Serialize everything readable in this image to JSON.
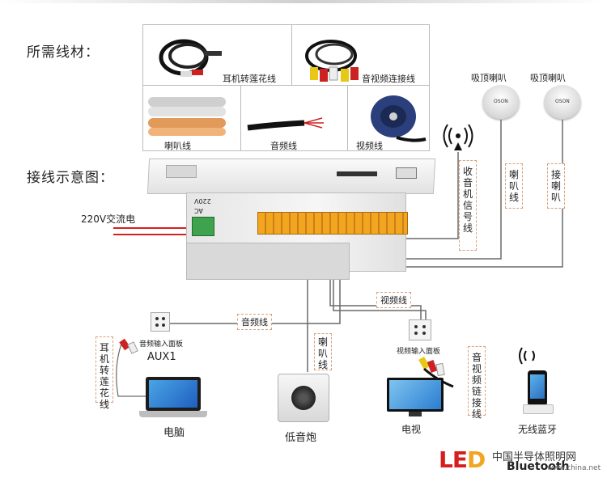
{
  "headings": {
    "materials": "所需线材：",
    "wiring": "接线示意图："
  },
  "materials": {
    "earphone_rca": "耳机转莲花线",
    "av_cable": "音视频连接线",
    "speaker_cable": "喇叭线",
    "audio_cable": "音频线",
    "video_cable": "视频线"
  },
  "speakers": {
    "left": "吸顶喇叭",
    "right": "吸顶喇叭",
    "brand_left": "OSON",
    "brand_right": "OSON"
  },
  "labels": {
    "radio_signal": "收音机信号线",
    "speaker_line_1": "喇叭线",
    "speaker_line_2": "接喇叭",
    "power": "220V交流电",
    "audio_line": "音频线",
    "video_line": "视频线",
    "speaker_line_3": "喇叭线",
    "earphone_rca_v": "耳机转莲花线",
    "av_link_v": "音视频链接线",
    "audio_panel": "音频输入面板",
    "aux": "AUX1",
    "video_panel": "视频输入面板",
    "pc": "电脑",
    "subwoofer": "低音炮",
    "tv": "电视",
    "bluetooth": "无线蓝牙",
    "panel_ac": "AC",
    "panel_220v": "220V"
  },
  "watermark": {
    "site": "中国半导体照明网",
    "url": "www.china.net",
    "bluetooth": "Bluetooth"
  },
  "colors": {
    "dash_border": "#d9a07a",
    "terminal": "#f2a51f",
    "power_line": "#d62020",
    "wire": "#6a6a6a"
  }
}
